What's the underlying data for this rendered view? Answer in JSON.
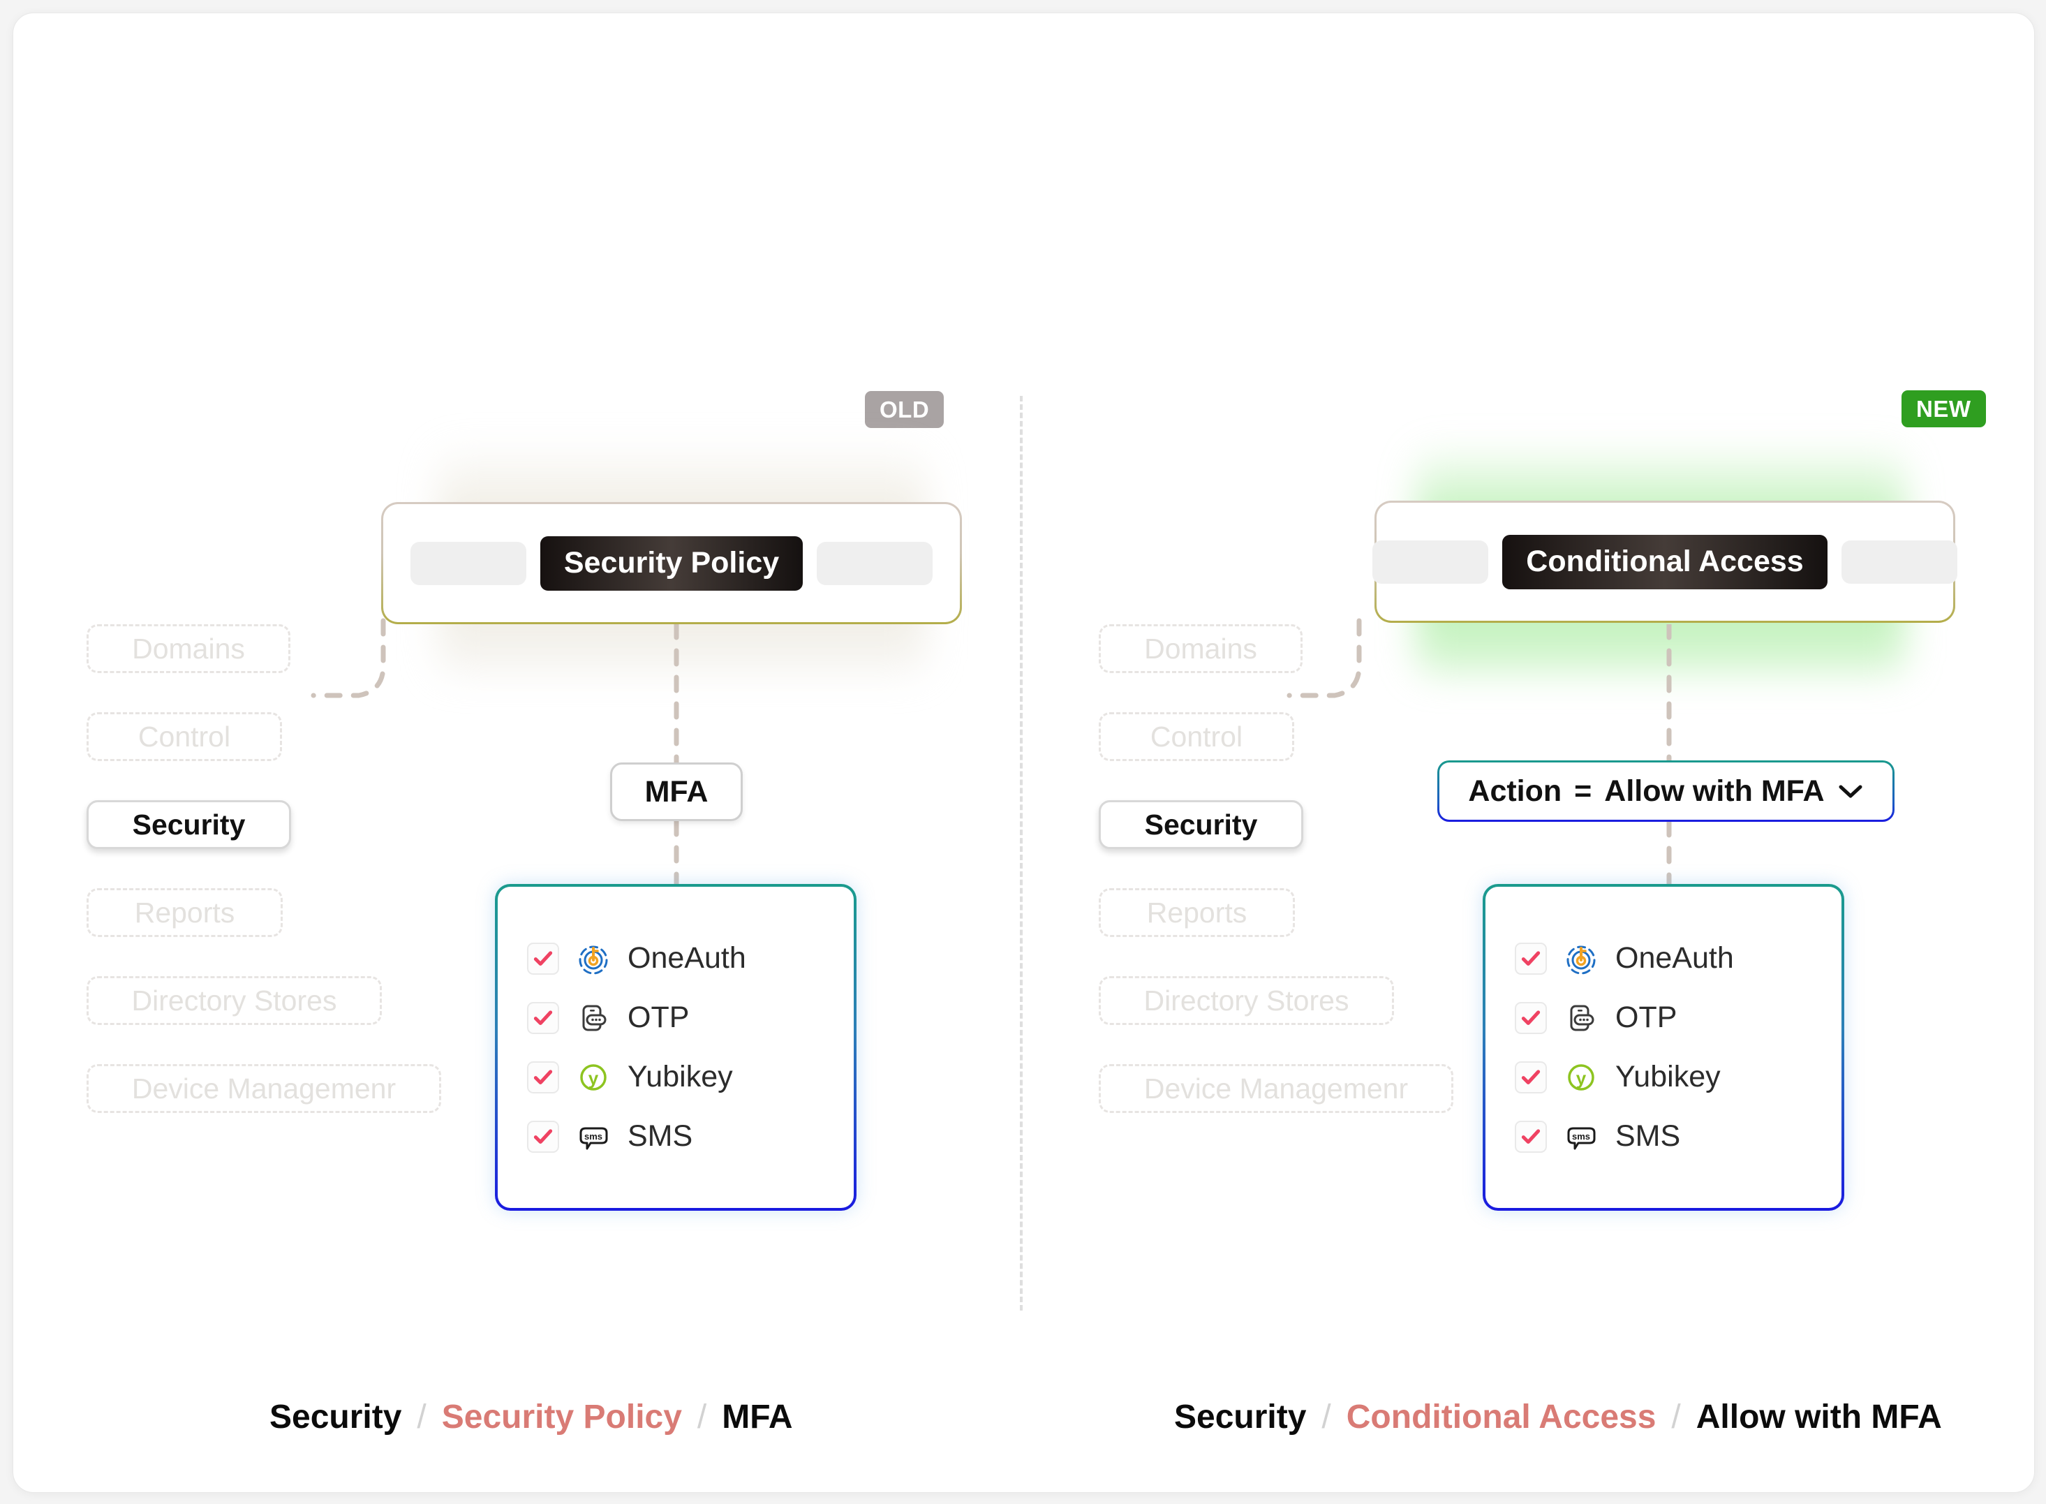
{
  "colors": {
    "badge_old": "#a9a3a3",
    "badge_new": "#2f9e20",
    "accent_breadcrumb": "#d97b75",
    "check_red": "#ef4262",
    "card_border_start": "#1a9b8d",
    "card_border_end": "#1a1ae0",
    "topbar_border_end": "#b3ad49",
    "glow_new": "#96e88c",
    "glow_old": "#e7e2d3"
  },
  "panels": {
    "old": {
      "badge": "OLD",
      "topbar": {
        "title": "Security Policy"
      },
      "menu": [
        {
          "label": "Domains",
          "state": "ghost"
        },
        {
          "label": "Control",
          "state": "ghost"
        },
        {
          "label": "Security",
          "state": "active"
        },
        {
          "label": "Reports",
          "state": "ghost"
        },
        {
          "label": "Directory Stores",
          "state": "ghost"
        },
        {
          "label": "Device Managemenr",
          "state": "ghost"
        }
      ],
      "node": {
        "label": "MFA"
      },
      "options": [
        {
          "label": "OneAuth",
          "icon": "oneauth-icon",
          "checked": true
        },
        {
          "label": "OTP",
          "icon": "otp-icon",
          "checked": true
        },
        {
          "label": "Yubikey",
          "icon": "yubikey-icon",
          "checked": true
        },
        {
          "label": "SMS",
          "icon": "sms-icon",
          "checked": true
        }
      ],
      "breadcrumb": {
        "root": "Security",
        "sep1": "/",
        "middle": "Security Policy",
        "sep2": "/",
        "leaf": "MFA"
      }
    },
    "new": {
      "badge": "NEW",
      "topbar": {
        "title": "Conditional Access"
      },
      "menu": [
        {
          "label": "Domains",
          "state": "ghost"
        },
        {
          "label": "Control",
          "state": "ghost"
        },
        {
          "label": "Security",
          "state": "active"
        },
        {
          "label": "Reports",
          "state": "ghost"
        },
        {
          "label": "Directory Stores",
          "state": "ghost"
        },
        {
          "label": "Device Managemenr",
          "state": "ghost"
        }
      ],
      "node": {
        "key": "Action",
        "operator": "=",
        "value": "Allow with MFA",
        "chevron": "chevron-down-icon"
      },
      "options": [
        {
          "label": "OneAuth",
          "icon": "oneauth-icon",
          "checked": true
        },
        {
          "label": "OTP",
          "icon": "otp-icon",
          "checked": true
        },
        {
          "label": "Yubikey",
          "icon": "yubikey-icon",
          "checked": true
        },
        {
          "label": "SMS",
          "icon": "sms-icon",
          "checked": true
        }
      ],
      "breadcrumb": {
        "root": "Security",
        "sep1": "/",
        "middle": "Conditional Access",
        "sep2": "/",
        "leaf": "Allow with MFA"
      }
    }
  }
}
